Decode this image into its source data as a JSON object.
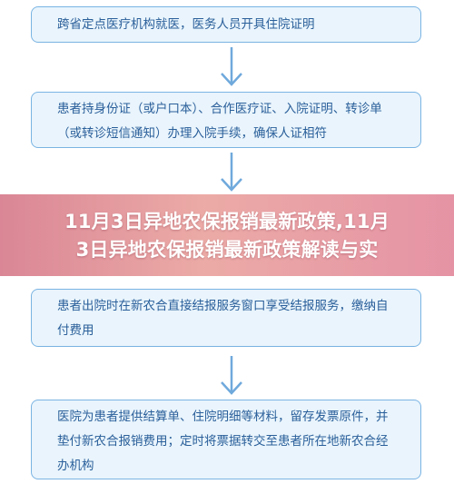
{
  "steps": [
    "跨省定点医疗机构就医，医务人员开具住院证明",
    "患者持身份证（或户口本）、合作医疗证、入院证明、转诊单（或转诊短信通知）办理入院手续，确保人证相符",
    "患者出院时在新农合直接结报服务窗口享受结报服务，缴纳自付费用",
    "医院为患者提供结算单、住院明细等材料，留存发票原件，并垫付新农合报销费用；定时将票据转交至患者所在地新农合经办机构"
  ],
  "banner": {
    "title_line1": "11月3日异地农保报销最新政策,11月",
    "title_line2": "3日异地农保报销最新政策解读与实"
  },
  "colors": {
    "box_fill": "#e9f4fc",
    "box_border": "#7ab4e3",
    "text": "#2a5f9a",
    "arrow": "#6fa9dc",
    "banner": "#e3909c"
  }
}
